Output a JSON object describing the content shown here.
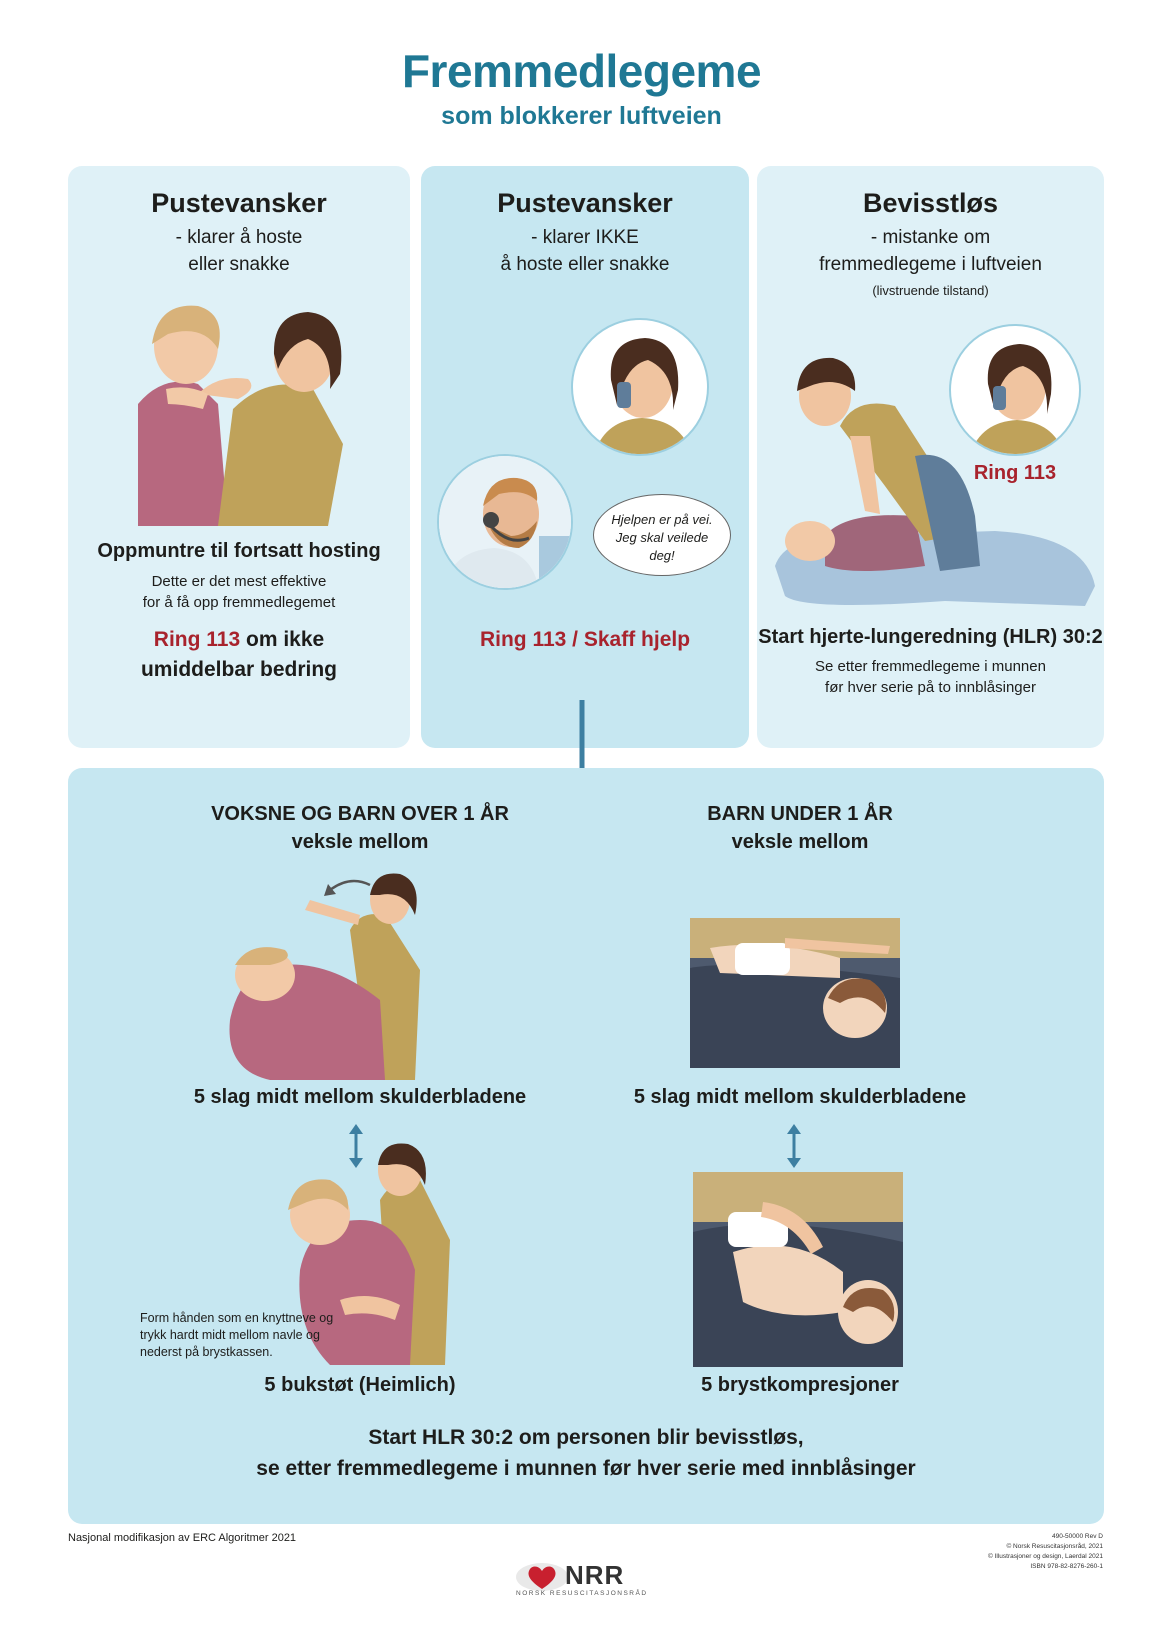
{
  "header": {
    "title": "Fremmedlegeme",
    "subtitle": "som blokkerer luftveien"
  },
  "panel1": {
    "title": "Pustevansker",
    "line1": "- klarer å hoste",
    "line2": "eller snakke",
    "action": "Oppmuntre til fortsatt hosting",
    "desc1": "Dette er det mest effektive",
    "desc2": "for å få opp fremmedlegemet",
    "ring": "Ring 113",
    "ring_rest": " om ikke",
    "ring_line2": "umiddelbar bedring"
  },
  "panel2": {
    "title": "Pustevansker",
    "line1": "- klarer IKKE",
    "line2": "å hoste eller snakke",
    "bubble1": "Hjelpen er på vei.",
    "bubble2": "Jeg skal veilede",
    "bubble3": "deg!",
    "ring": "Ring 113 / Skaff hjelp"
  },
  "panel3": {
    "title": "Bevisstløs",
    "line1": "- mistanke om",
    "line2": "fremmedlegeme i luftveien",
    "line3": "(livstruende tilstand)",
    "ring": "Ring 113",
    "action": "Start hjerte-lungeredning (HLR) 30:2",
    "desc1": "Se etter fremmedlegeme i munnen",
    "desc2": "før hver serie på to innblåsinger"
  },
  "adults": {
    "heading1": "VOKSNE OG BARN OVER 1 ÅR",
    "heading2": "veksle mellom",
    "step1": "5 slag midt mellom skulderbladene",
    "step2": "5 bukstøt (Heimlich)",
    "note1": "Form hånden som en knyttneve og",
    "note2": "trykk hardt midt mellom navle og",
    "note3": "nederst på brystkassen."
  },
  "infants": {
    "heading1": "BARN UNDER 1 ÅR",
    "heading2": "veksle mellom",
    "step1": "5 slag midt mellom skulderbladene",
    "step2": "5 brystkompresjoner"
  },
  "final": {
    "line1": "Start HLR 30:2 om personen blir bevisstløs,",
    "line2": "se etter fremmedlegeme i munnen før hver serie med innblåsinger"
  },
  "footer": {
    "left": "Nasjonal modifikasjon av ERC Algoritmer 2021",
    "r1": "490-50000 Rev D",
    "r2": "© Norsk Resuscitasjonsråd, 2021",
    "r3": "© Illustrasjoner og design, Laerdal 2021",
    "r4": "ISBN 978-82-8276-260-1",
    "logo": "NRR",
    "logo_sub": "NORSK RESUSCITASJONSRÅD"
  },
  "colors": {
    "title": "#1f7894",
    "panel_light": "#dff1f7",
    "panel_mid": "#c6e7f1",
    "accent_red": "#a8232d",
    "arrow": "#3d7fa1"
  }
}
